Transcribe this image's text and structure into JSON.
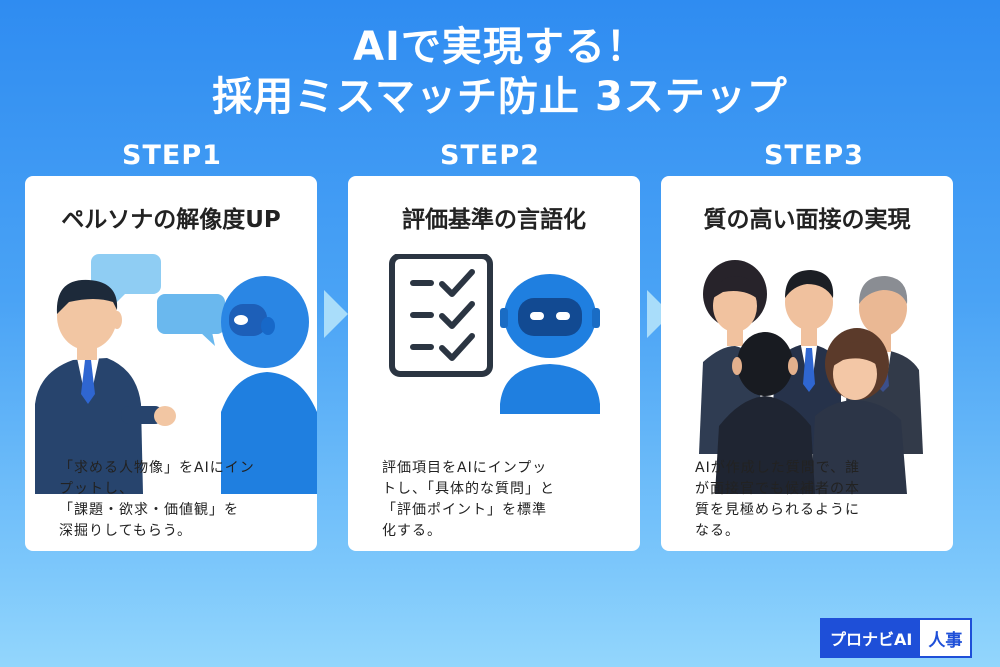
{
  "header": {
    "title_line1": "AIで実現する！",
    "title_line2": "採用ミスマッチ防止 3ステップ"
  },
  "steps": [
    {
      "label": "STEP1",
      "title": "ペルソナの解像度UP",
      "lines": [
        "「求める人物像」をAIにイン",
        "プットし、",
        "「課題・欲求・価値観」を",
        "深掘りしてもらう。"
      ]
    },
    {
      "label": "STEP2",
      "title": "評価基準の言語化",
      "lines": [
        "評価項目をAIにインプッ",
        "トし、「具体的な質問」と",
        "「評価ポイント」を標準",
        "化する。"
      ]
    },
    {
      "label": "STEP3",
      "title": "質の高い面接の実現",
      "lines": [
        "AIが作成した質問で、誰",
        "が面接官でも候補者の本",
        "質を見極められるように",
        "なる。"
      ]
    }
  ],
  "logo": {
    "brand": "プロナビAI",
    "section": "人事"
  },
  "colors": {
    "accent": "#1e4fd8",
    "robot_blue": "#1f7fe0",
    "bubble_blue": "#8fcdf3",
    "arrow": "#a9ddfa"
  }
}
